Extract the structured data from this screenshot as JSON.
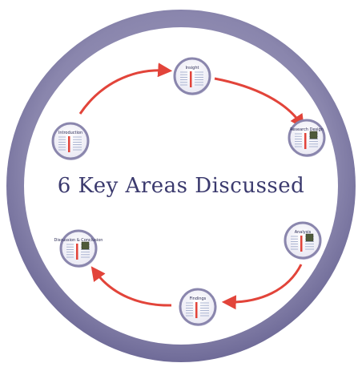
{
  "title": "6 Key Areas Discussed",
  "colors": {
    "ring": "#8a86ad",
    "ring_dark": "#6f6b98",
    "inner": "#ffffff",
    "arrow": "#e2443a",
    "node_border": "#8a86ad",
    "title": "#3b3a6e"
  },
  "nodes": [
    {
      "id": "top",
      "title": "Insight",
      "icon": "document-icon"
    },
    {
      "id": "upper-right",
      "title": "Research Design",
      "icon": "document-with-image-icon"
    },
    {
      "id": "lower-right",
      "title": "Analysis",
      "icon": "document-with-image-icon"
    },
    {
      "id": "bottom",
      "title": "Findings",
      "icon": "document-icon"
    },
    {
      "id": "lower-left",
      "title": "Discussion & Conclusion",
      "icon": "document-with-image-icon"
    },
    {
      "id": "upper-left",
      "title": "Introduction",
      "icon": "document-icon"
    }
  ]
}
